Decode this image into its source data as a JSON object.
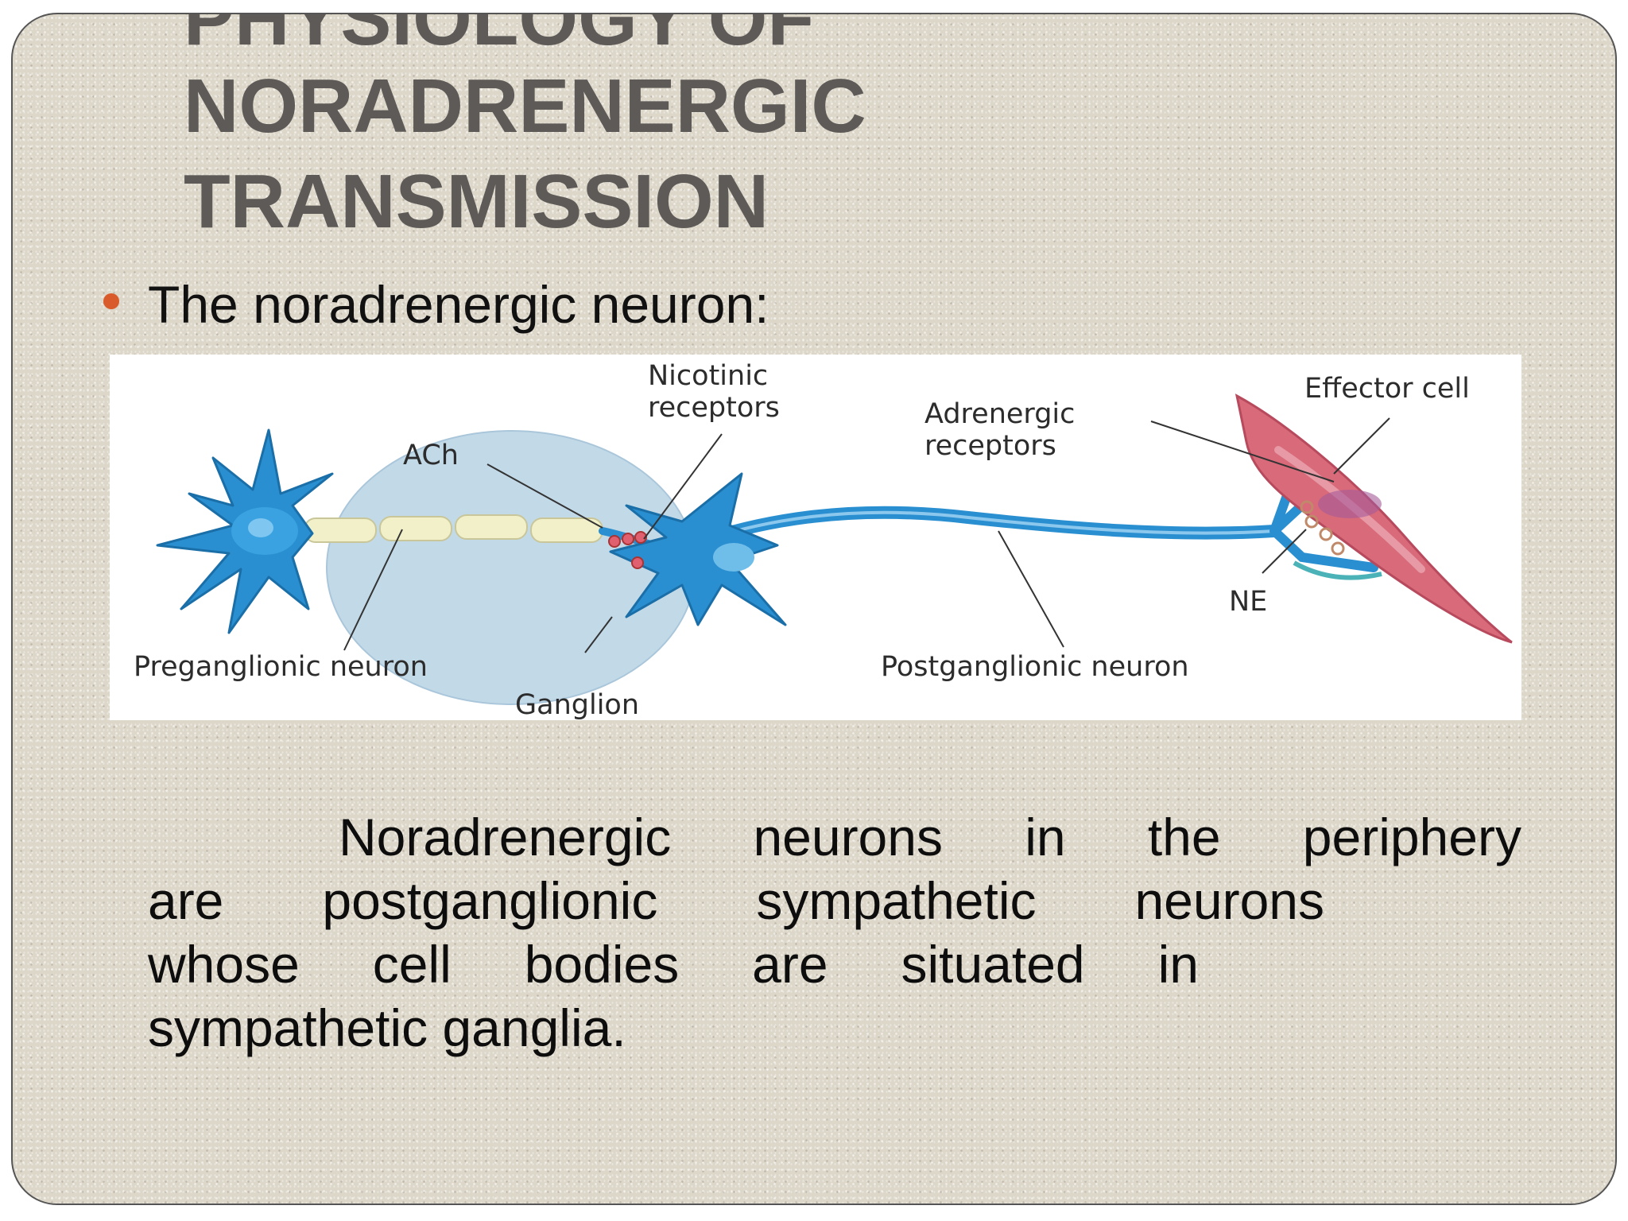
{
  "title": {
    "line1": "PHYSIOLOGY OF",
    "line2": "NORADRENERGIC",
    "line3": "TRANSMISSION"
  },
  "bullet": {
    "text": "The noradrenergic neuron:"
  },
  "diagram": {
    "labels": {
      "nicotinic": [
        "Nicotinic",
        "receptors"
      ],
      "effector": "Effector cell",
      "adrenergic": [
        "Adrenergic",
        "receptors"
      ],
      "ach": "ACh",
      "ne": "NE",
      "preganglionic": "Preganglionic neuron",
      "ganglion": "Ganglion",
      "postganglionic": "Postganglionic neuron"
    },
    "colors": {
      "neuron": "#2a8fd0",
      "myelin": "#f2f0c8",
      "ganglion": "#c2d9e8",
      "effector": "#d86a7a",
      "vesicle": "#e06070"
    }
  },
  "paragraph": {
    "line1": [
      "Noradrenergic",
      "neurons",
      "in",
      "the",
      "periphery"
    ],
    "line2": [
      "are",
      "postganglionic",
      "sympathetic",
      "neurons"
    ],
    "line3": [
      "whose",
      "cell",
      "bodies",
      "are",
      "situated",
      "in"
    ],
    "line4": "sympathetic ganglia."
  }
}
